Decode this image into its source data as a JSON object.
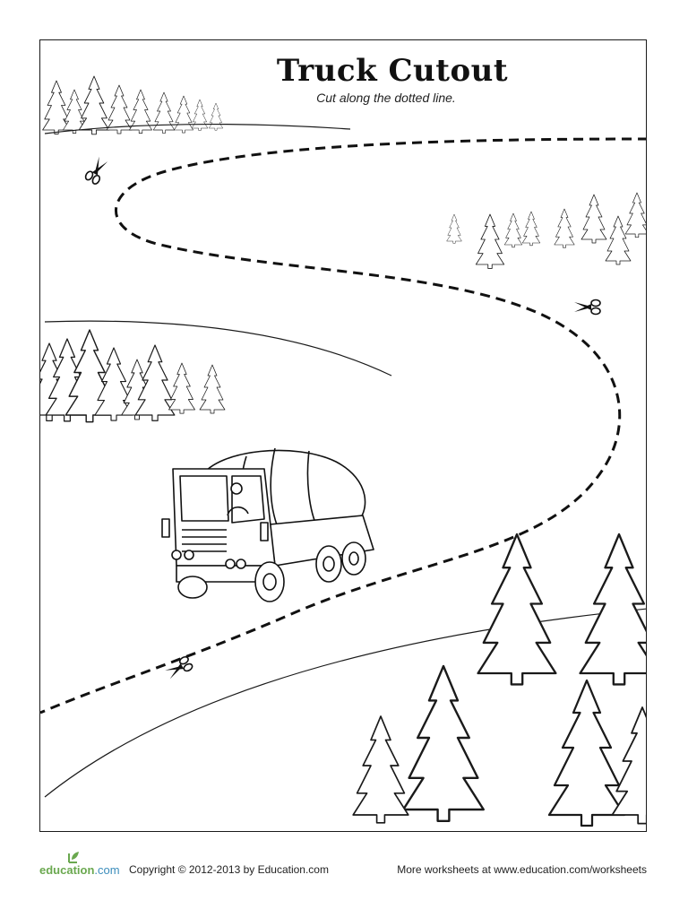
{
  "worksheet": {
    "title": "Truck Cutout",
    "subtitle": "Cut along the dotted line."
  },
  "icons": {
    "scissors": "scissors-icon",
    "truck": "cement-mixer-truck-illustration",
    "tree": "pine-tree-illustration"
  },
  "footer": {
    "logo_word": "education",
    "logo_suffix": ".com",
    "copyright": "Copyright © 2012-2013 by Education.com",
    "more": "More worksheets at www.education.com/worksheets"
  },
  "colors": {
    "ink": "#1a1a1a",
    "logo_green": "#6aa84f",
    "logo_blue": "#3c8dbc"
  }
}
